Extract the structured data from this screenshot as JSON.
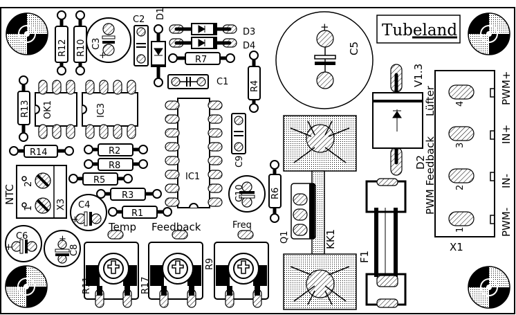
{
  "board": {
    "brand": "Tubeland",
    "version": "V1.3",
    "title_label": "Lüfter",
    "colors": {
      "background": "#ffffff",
      "ink": "#000000"
    }
  },
  "labels": {
    "temp": "Temp",
    "feedback": "Feedback",
    "freq": "Freq",
    "ntc": "NTC",
    "pwm_feedback": "PWM Feedback"
  },
  "components": {
    "R12": "R12",
    "R10": "R10",
    "C3": "C3",
    "C2": "C2",
    "D1": "D1",
    "D3": "D3",
    "D4": "D4",
    "R7": "R7",
    "C1": "C1",
    "R4": "R4",
    "C5": "C5",
    "R13": "R13",
    "OK1": "OK1",
    "IC3": "IC3",
    "IC1": "IC1",
    "C9": "C9",
    "C10": "C10",
    "R6": "R6",
    "R14": "R14",
    "R2": "R2",
    "R8": "R8",
    "R5": "R5",
    "R3": "R3",
    "R1": "R1",
    "C4": "C4",
    "X3": "X3",
    "C6": "C6",
    "C8": "C8",
    "R11": "R11",
    "R17": "R17",
    "R9": "R9",
    "Q1": "Q1",
    "KK1": "KK1",
    "F1": "F1",
    "D2": "D2",
    "X1": "X1"
  },
  "x1_pins": [
    {
      "num": "1",
      "name": "PWM-"
    },
    {
      "num": "2",
      "name": "IN-"
    },
    {
      "num": "3",
      "name": "IN+"
    },
    {
      "num": "4",
      "name": "PWM+"
    }
  ],
  "x3_pins": [
    {
      "num": "1"
    },
    {
      "num": "2"
    }
  ],
  "polarity": {
    "plus": "+"
  }
}
